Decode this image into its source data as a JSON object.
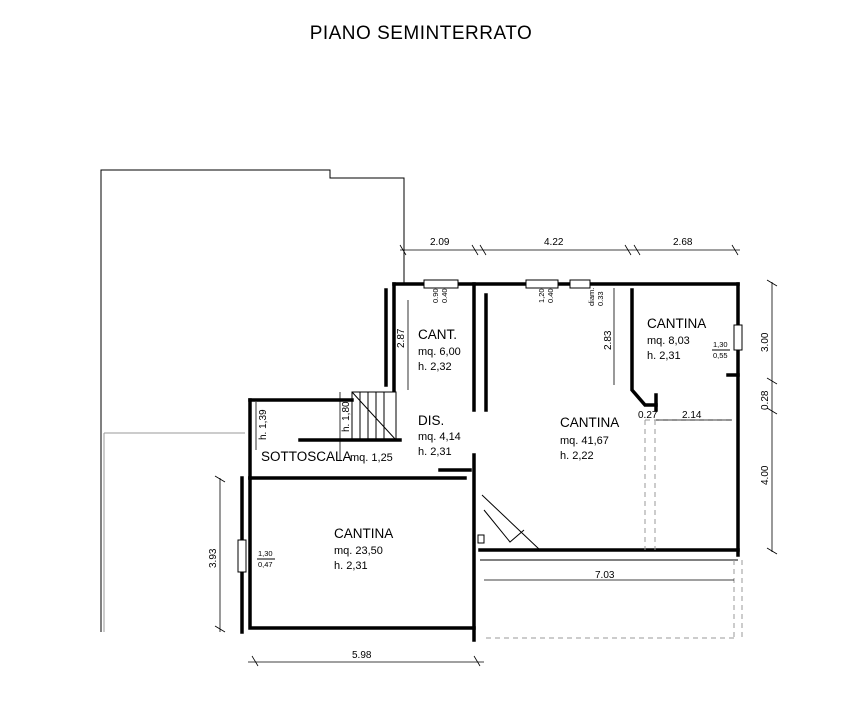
{
  "title": "PIANO  SEMINTERRATO",
  "rooms": {
    "cant_small": {
      "name": "CANT.",
      "area": "mq. 6,00",
      "height": "h. 2,32"
    },
    "cantina_top_right": {
      "name": "CANTINA",
      "area": "mq. 8,03",
      "height": "h. 2,31"
    },
    "dis": {
      "name": "DIS.",
      "area": "mq. 4,14",
      "height": "h. 2,31"
    },
    "cantina_center": {
      "name": "CANTINA",
      "area": "mq. 41,67",
      "height": "h. 2,22"
    },
    "sottoscala": {
      "name": "SOTTOSCALA",
      "area": "mq. 1,25"
    },
    "cantina_bottom": {
      "name": "CANTINA",
      "area": "mq. 23,50",
      "height": "h. 2,31"
    }
  },
  "dimensions": {
    "top_a": "2.09",
    "top_b": "4.22",
    "top_c": "2.68",
    "right_a": "3.00",
    "right_b": "0.28",
    "right_c": "4.00",
    "left": "3.93",
    "bottom": "5.98",
    "inner_283": "2.83",
    "inner_287": "2.87",
    "inner_027": "0.27",
    "inner_214": "2.14",
    "inner_703": "7.03",
    "stair_h": "h. 1,80",
    "sotto_h": "h. 1,39"
  },
  "windows": {
    "w1": {
      "width": "0.90",
      "sill": "0.40"
    },
    "w2": {
      "width": "1,20",
      "sill": "0.40"
    },
    "w3": {
      "width": "diam.",
      "sill": "0.33"
    },
    "w4": {
      "width": "1,30",
      "sill": "0,55"
    },
    "w5": {
      "width": "1,30",
      "sill": "0,47"
    }
  }
}
